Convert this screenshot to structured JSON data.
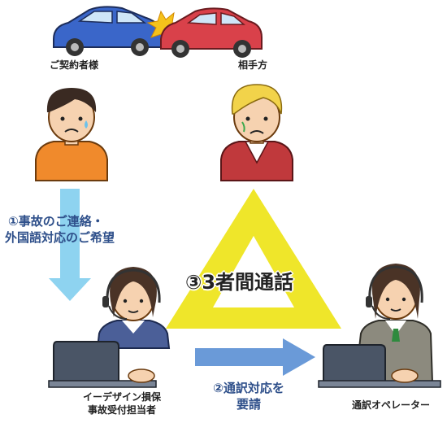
{
  "labels": {
    "customer": "ご契約者様",
    "other_party": "相手方",
    "staff": [
      "イーデザイン損保",
      "事故受付担当者"
    ],
    "operator": "通訳オペレーター"
  },
  "steps": {
    "step1": [
      "①事故のご連絡・",
      "外国語対応のご希望"
    ],
    "step2": [
      "②通訳対応を",
      "要請"
    ],
    "step3": "③3者間通話"
  },
  "colors": {
    "triangle": "#efe62a",
    "arrow_down": "#8ed3f0",
    "arrow_right": "#6a9ad8",
    "step_text": "#2e4f8a"
  }
}
